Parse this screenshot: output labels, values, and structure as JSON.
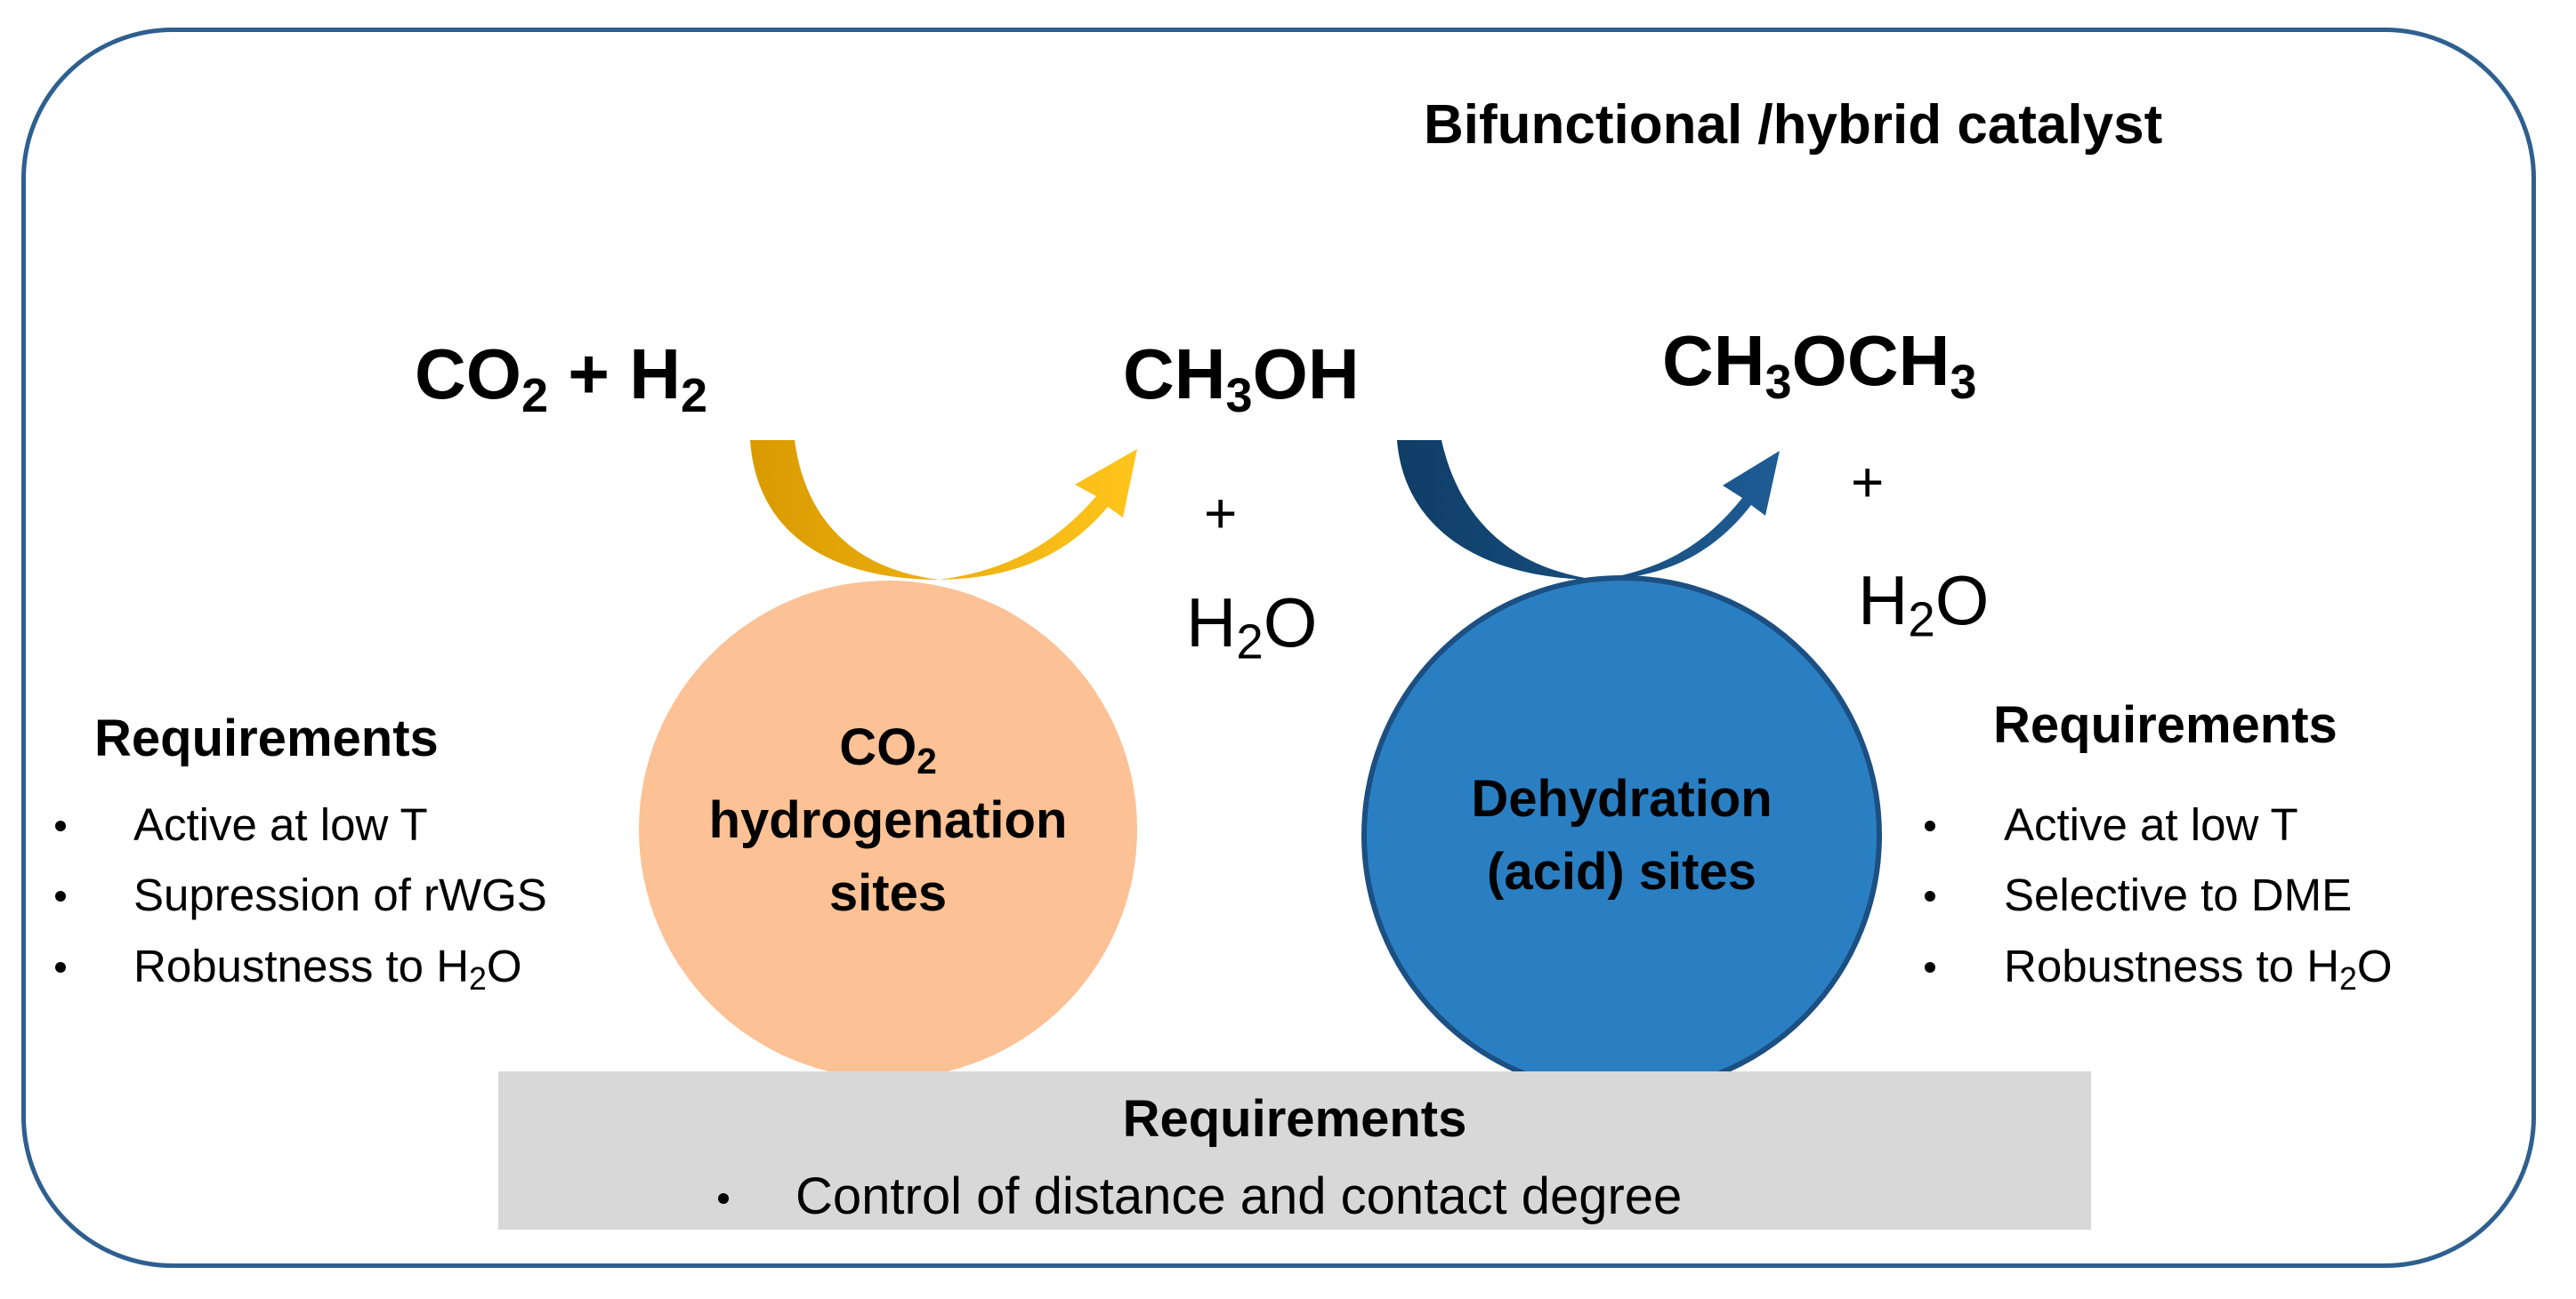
{
  "title": "Bifunctional /hybrid catalyst",
  "reactants": {
    "co": "CO",
    "sub2": "2",
    "plus": " + H",
    "h_sub": "2"
  },
  "methanol": {
    "ch": "CH",
    "sub3": "3",
    "oh": "OH"
  },
  "dme": {
    "ch_a": "CH",
    "sub3_a": "3",
    "och": "OCH",
    "sub3_b": "3"
  },
  "byproduct_1": {
    "plus": "+",
    "h": "H",
    "sub": "2",
    "o": "O"
  },
  "byproduct_2": {
    "plus": "+",
    "h": "H",
    "sub": "2",
    "o": "O"
  },
  "site_a": {
    "line1_co": "CO",
    "line1_sub": "2",
    "line2": "hydrogenation",
    "line3": "sites"
  },
  "site_b": {
    "line1": "Dehydration",
    "line2": "(acid) sites"
  },
  "left_requirements": {
    "heading": "Requirements",
    "items": [
      "Active at low T",
      "Supression of rWGS",
      "Robustness to H"
    ],
    "last_sub": "2",
    "last_tail": "O"
  },
  "right_requirements": {
    "heading": "Requirements",
    "items": [
      "Active at low T",
      "Selective to DME",
      "Robustness to H"
    ],
    "last_sub": "2",
    "last_tail": "O"
  },
  "bottom_requirements": {
    "heading": "Requirements",
    "item": "Control of distance and contact degree"
  },
  "colors": {
    "frame": "#2e5f8f",
    "site_a_fill": "#fcc195",
    "site_b_fill": "#2a7fc2",
    "site_b_border": "#1c4f82",
    "arrow_a_dark": "#d99a00",
    "arrow_a_light": "#ffc51c",
    "arrow_b_dark": "#0f3d66",
    "arrow_b_light": "#1e5c94",
    "bottom_box": "#d8d8d8"
  }
}
